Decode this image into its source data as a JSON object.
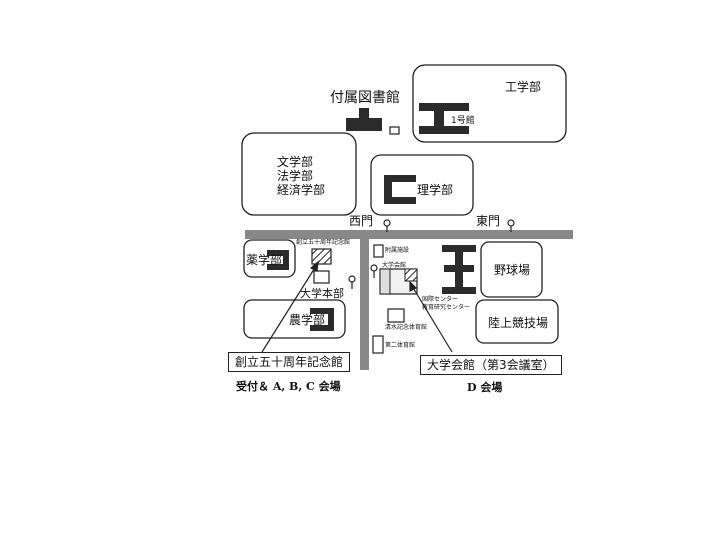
{
  "buildings": {
    "library": "付属図書館",
    "engineering": "工学部",
    "building_no1": "1号館",
    "letters_law_econ": [
      "文学部",
      "法学部",
      "経済学部"
    ],
    "science": "理学部",
    "pharmacy": "薬学部",
    "agriculture": "農学部",
    "admin": "大学本部",
    "memorial_small": "創立五十周年記念館",
    "misc_facility": "附属施設",
    "student_hall_small": "大学会館",
    "center1": "国際センター",
    "center2": "教育研究センター",
    "shimizu_hall": "清水記念体育館",
    "gym2": "第二体育館",
    "baseball": "野球場",
    "track": "陸上競技場"
  },
  "gates": {
    "west": "西門",
    "east": "東門"
  },
  "callouts": {
    "memorial": {
      "label": "創立五十周年記念館",
      "venue": "受付＆ A, B, C 会場"
    },
    "student_hall": {
      "label": "大学会館（第3会議室）",
      "venue": "D 会場"
    }
  },
  "colors": {
    "road": "#888888",
    "building": "#2b2b2b",
    "outline": "#222222"
  }
}
